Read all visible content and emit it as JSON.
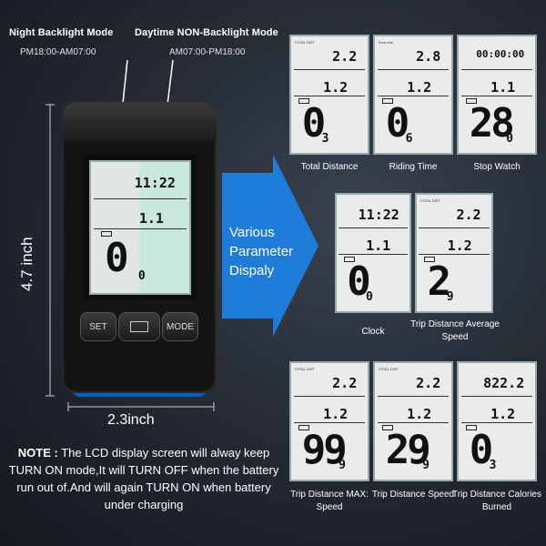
{
  "header": {
    "night_title": "Night Backlight Mode",
    "night_time": "PM18:00-AM07:00",
    "day_title": "Daytime NON-Backlight Mode",
    "day_time": "AM07:00-PM18:00"
  },
  "dimensions": {
    "height": "4.7 inch",
    "width": "2.3inch"
  },
  "note": {
    "prefix": "NOTE :",
    "text": "The LCD display screen will alway keep TURN ON mode,It will TURN OFF when the battery run out of.And will again TURN ON when battery under charging"
  },
  "arrow_text": {
    "line1": "Various",
    "line2": "Parameter",
    "line3": "Dispaly"
  },
  "device": {
    "btn_set": "SET",
    "btn_mode": "MODE",
    "lcd": {
      "top": "11:22",
      "mid": "1.1",
      "big": "0",
      "small": "0"
    }
  },
  "colors": {
    "arrow": "#1f7fe0",
    "device_accent": "#1684ea",
    "lcd_bg": "#e9ecea"
  },
  "screens": [
    {
      "caption": "Total Distance",
      "tag": "TOTAL DIST",
      "top": "2.2",
      "mid": "1.2",
      "big": "0",
      "small": "3"
    },
    {
      "caption": "Riding Time",
      "tag": "Time ride",
      "top": "2.8",
      "mid": "1.2",
      "big": "0",
      "small": "6"
    },
    {
      "caption": "Stop Watch",
      "tag": "",
      "top": "00:00:00",
      "mid": "1.1",
      "big": "28",
      "small": "0"
    },
    {
      "caption": "Clock",
      "tag": "",
      "top": "11:22",
      "mid": "1.1",
      "big": "0",
      "small": "0"
    },
    {
      "caption": "Trip Distance Average Speed",
      "tag": "TOTAL DIST",
      "top": "2.2",
      "mid": "1.2",
      "big": "2",
      "small": "9"
    },
    {
      "caption": "Trip Distance MAX: Speed",
      "tag": "TOTAL DIST",
      "top": "2.2",
      "mid": "1.2",
      "big": "99",
      "small": "9"
    },
    {
      "caption": "Trip Distance Speed",
      "tag": "TOTAL DIST",
      "top": "2.2",
      "mid": "1.2",
      "big": "29",
      "small": "9"
    },
    {
      "caption": "Trip Distance Calories Burned",
      "tag": "",
      "top": "822.2",
      "mid": "1.2",
      "big": "0",
      "small": "3"
    }
  ]
}
